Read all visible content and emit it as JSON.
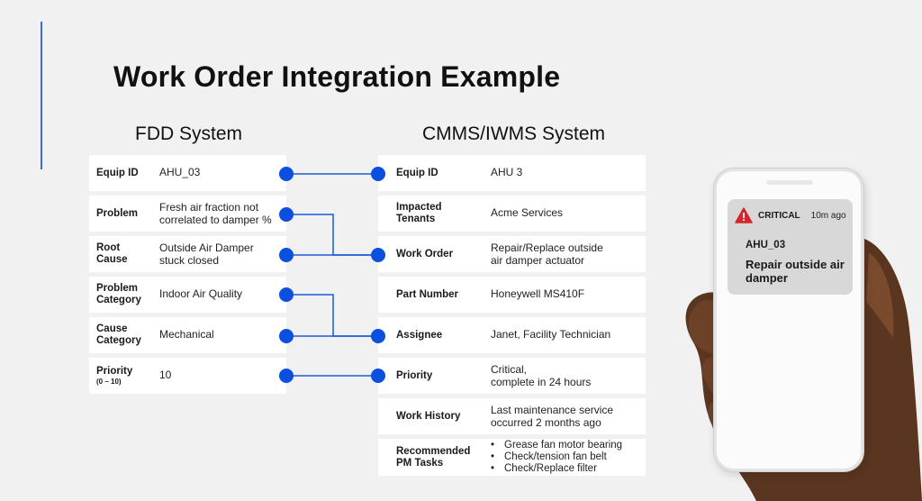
{
  "title": "Work Order Integration Example",
  "fdd": {
    "heading": "FDD System",
    "rows": [
      {
        "label": "Equip ID",
        "value": [
          "AHU_03"
        ]
      },
      {
        "label": "Problem",
        "value": [
          "Fresh air fraction not",
          "correlated to damper %"
        ]
      },
      {
        "label": [
          "Root",
          "Cause"
        ],
        "value": [
          "Outside Air Damper",
          "stuck closed"
        ]
      },
      {
        "label": [
          "Problem",
          "Category"
        ],
        "value": [
          "Indoor Air Quality"
        ]
      },
      {
        "label": [
          "Cause",
          "Category"
        ],
        "value": [
          "Mechanical"
        ]
      },
      {
        "label": "Priority",
        "sublabel": "(0 – 10)",
        "value": [
          "10"
        ]
      }
    ]
  },
  "cmms": {
    "heading": "CMMS/IWMS System",
    "rows": [
      {
        "label": "Equip ID",
        "value": [
          "AHU 3"
        ]
      },
      {
        "label": [
          "Impacted",
          "Tenants"
        ],
        "value": [
          "Acme Services"
        ]
      },
      {
        "label": "Work Order",
        "value": [
          "Repair/Replace outside",
          "air damper actuator"
        ]
      },
      {
        "label": "Part Number",
        "value": [
          "Honeywell MS410F"
        ]
      },
      {
        "label": "Assignee",
        "value": [
          "Janet, Facility Technician"
        ]
      },
      {
        "label": "Priority",
        "value": [
          "Critical,",
          "complete in 24 hours"
        ]
      },
      {
        "label": "Work History",
        "value": [
          "Last maintenance service",
          "occurred 2 months ago"
        ]
      },
      {
        "label": [
          "Recommended",
          "PM Tasks"
        ],
        "bullets": [
          "Grease fan motor bearing",
          "Check/tension fan belt",
          "Check/Replace filter"
        ]
      }
    ]
  },
  "notification": {
    "severity": "CRITICAL",
    "time": "10m ago",
    "equip": "AHU_03",
    "message": "Repair outside air damper"
  },
  "colors": {
    "accent": "#3a6fd8",
    "connector_dot": "#0a4fe0",
    "connector_line": "#1c5ad6",
    "warning": "#d6262a"
  },
  "icons": {
    "warning": "warning-triangle-icon"
  }
}
